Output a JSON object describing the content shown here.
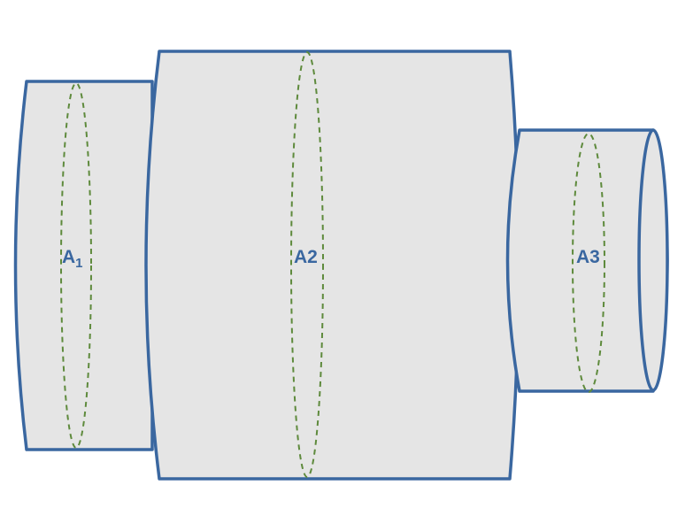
{
  "diagram": {
    "title": "",
    "colors": {
      "outline": "#3A67A0",
      "fill": "#E5E5E5",
      "cross_section": "#5E8A3C",
      "label": "#3A67A0"
    },
    "sections": [
      {
        "id": "section-1",
        "label": "A",
        "subscript": "1"
      },
      {
        "id": "section-2",
        "label": "A2",
        "subscript": ""
      },
      {
        "id": "section-3",
        "label": "A3",
        "subscript": ""
      }
    ]
  }
}
